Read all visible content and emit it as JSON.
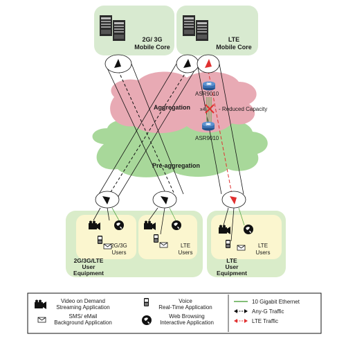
{
  "cores": {
    "left": {
      "line1": "2G/ 3G",
      "line2": "Mobile Core"
    },
    "right": {
      "line1": "LTE",
      "line2": "Mobile Core"
    }
  },
  "clouds": {
    "aggregation": "Aggregation",
    "preaggregation": "Pre-aggregation"
  },
  "routers": {
    "top": "ASR9010",
    "bottom": "ASR9010",
    "multiplier": "x4"
  },
  "annotations": {
    "reduced_capacity": "- Reduced Capacity"
  },
  "user_groups": {
    "left_outer": {
      "line1": "2G/3G/LTE",
      "line2": "User",
      "line3": "Equipment"
    },
    "left_inner_a": {
      "line1": "2G/3G",
      "line2": "Users"
    },
    "left_inner_b": {
      "line1": "LTE",
      "line2": "Users"
    },
    "right_outer": {
      "line1": "LTE",
      "line2": "User",
      "line3": "Equipment"
    },
    "right_inner": {
      "line1": "LTE",
      "line2": "Users"
    }
  },
  "legend": {
    "video_line1": "Video on Demand",
    "video_line2": "Streaming Application",
    "voice_line1": "Voice",
    "voice_line2": "Real-Time Application",
    "sms_line1": "SMS/ eMail",
    "sms_line2": "Background Application",
    "web_line1": "Web Browsing",
    "web_line2": "Interactive Application",
    "eth": "10 Gigabit Ethernet",
    "anyg": "Any-G Traffic",
    "lte": "LTE Traffic"
  },
  "colors": {
    "core_box": "#d8ead0",
    "agg_cloud": "#e8aab4",
    "preagg_cloud": "#a8d89a",
    "user_outer": "#d9ecc9",
    "user_inner": "#fbf6cf",
    "lte_arrow": "#e03030",
    "green_line": "#5aa84a",
    "router": "#3a6fb0"
  }
}
